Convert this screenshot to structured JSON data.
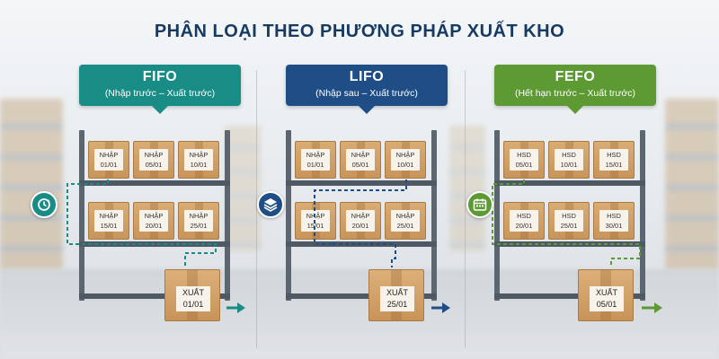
{
  "title": "PHÂN LOẠI THEO PHƯƠNG PHÁP XUẤT KHO",
  "colors": {
    "fifo": "#1a8c86",
    "lifo": "#1f4e86",
    "fefo": "#5e9a34",
    "title": "#173a63"
  },
  "methods": [
    {
      "name": "FIFO",
      "subtitle": "(Nhập trước – Xuất trước)",
      "icon": "clock-cycle-icon",
      "top_boxes": [
        {
          "line1": "NHẬP",
          "line2": "01/01"
        },
        {
          "line1": "NHẬP",
          "line2": "05/01"
        },
        {
          "line1": "NHẬP",
          "line2": "10/01"
        }
      ],
      "bottom_boxes": [
        {
          "line1": "NHẬP",
          "line2": "15/01"
        },
        {
          "line1": "NHẬP",
          "line2": "20/01"
        },
        {
          "line1": "NHẬP",
          "line2": "25/01"
        }
      ],
      "output": {
        "line1": "XUẤT",
        "line2": "01/01"
      }
    },
    {
      "name": "LIFO",
      "subtitle": "(Nhập sau – Xuất trước)",
      "icon": "layers-icon",
      "top_boxes": [
        {
          "line1": "NHẬP",
          "line2": "01/01"
        },
        {
          "line1": "NHẬP",
          "line2": "05/01"
        },
        {
          "line1": "NHẬP",
          "line2": "10/01"
        }
      ],
      "bottom_boxes": [
        {
          "line1": "NHẬP",
          "line2": "15/01"
        },
        {
          "line1": "NHẬP",
          "line2": "20/01"
        },
        {
          "line1": "NHẬP",
          "line2": "25/01"
        }
      ],
      "output": {
        "line1": "XUẤT",
        "line2": "25/01"
      }
    },
    {
      "name": "FEFO",
      "subtitle": "(Hết hạn trước – Xuất trước)",
      "icon": "calendar-icon",
      "top_boxes": [
        {
          "line1": "HSD",
          "line2": "05/01"
        },
        {
          "line1": "HSD",
          "line2": "10/01"
        },
        {
          "line1": "HSD",
          "line2": "15/01"
        }
      ],
      "bottom_boxes": [
        {
          "line1": "HSD",
          "line2": "20/01"
        },
        {
          "line1": "HSD",
          "line2": "25/01"
        },
        {
          "line1": "HSD",
          "line2": "30/01"
        }
      ],
      "output": {
        "line1": "XUẤT",
        "line2": "05/01"
      }
    }
  ]
}
